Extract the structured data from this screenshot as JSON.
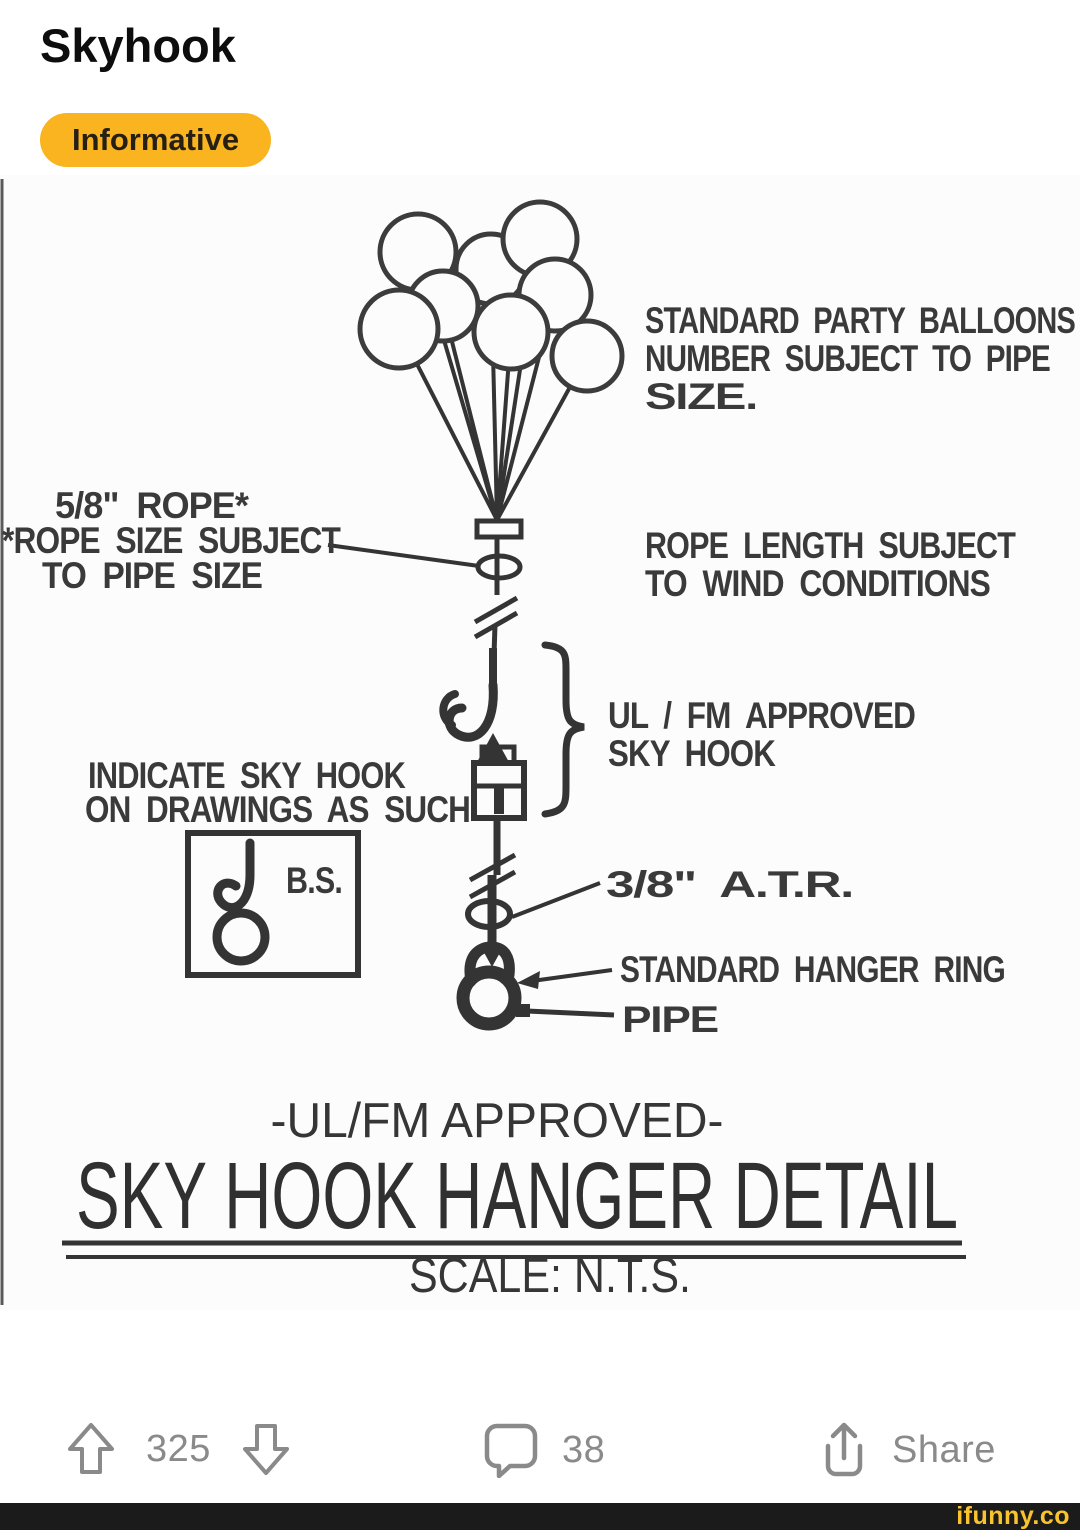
{
  "header": {
    "title": "Skyhook",
    "badge": "Informative",
    "badge_color": "#F9B420"
  },
  "drawing": {
    "balloons_note": {
      "line1": "STANDARD PARTY BALLOONS",
      "line2": "NUMBER SUBJECT TO PIPE",
      "line3": "SIZE."
    },
    "rope_note": {
      "line1": "5/8\" ROPE*",
      "line2": "*ROPE SIZE SUBJECT",
      "line3": "TO PIPE SIZE"
    },
    "wind_note": {
      "line1": "ROPE LENGTH SUBJECT",
      "line2": "TO WIND CONDITIONS"
    },
    "hook_note": {
      "line1": "UL / FM APPROVED",
      "line2": "SKY HOOK"
    },
    "indicate_note": {
      "line1": "INDICATE SKY HOOK",
      "line2": "ON DRAWINGS AS SUCH"
    },
    "symbol_label": "B.S.",
    "atr_label": "3/8\" A.T.R.",
    "hanger_ring_label": "STANDARD HANGER RING",
    "pipe_label": "PIPE",
    "approved_line": "-UL/FM APPROVED-",
    "title": "SKY HOOK HANGER DETAIL",
    "scale_label": "SCALE: N.T.S."
  },
  "actions": {
    "upvotes": "325",
    "comments": "38",
    "share_label": "Share",
    "icon_color": "#8a8a8a",
    "icons": {
      "upvote": "arrow-up-outline",
      "downvote": "arrow-down-outline",
      "comments": "speech-bubble",
      "share": "share-tray-arrow"
    }
  },
  "watermark": {
    "text": "ifunny.co",
    "bar_color": "#1b1b1b",
    "text_color": "#F9C32E"
  }
}
